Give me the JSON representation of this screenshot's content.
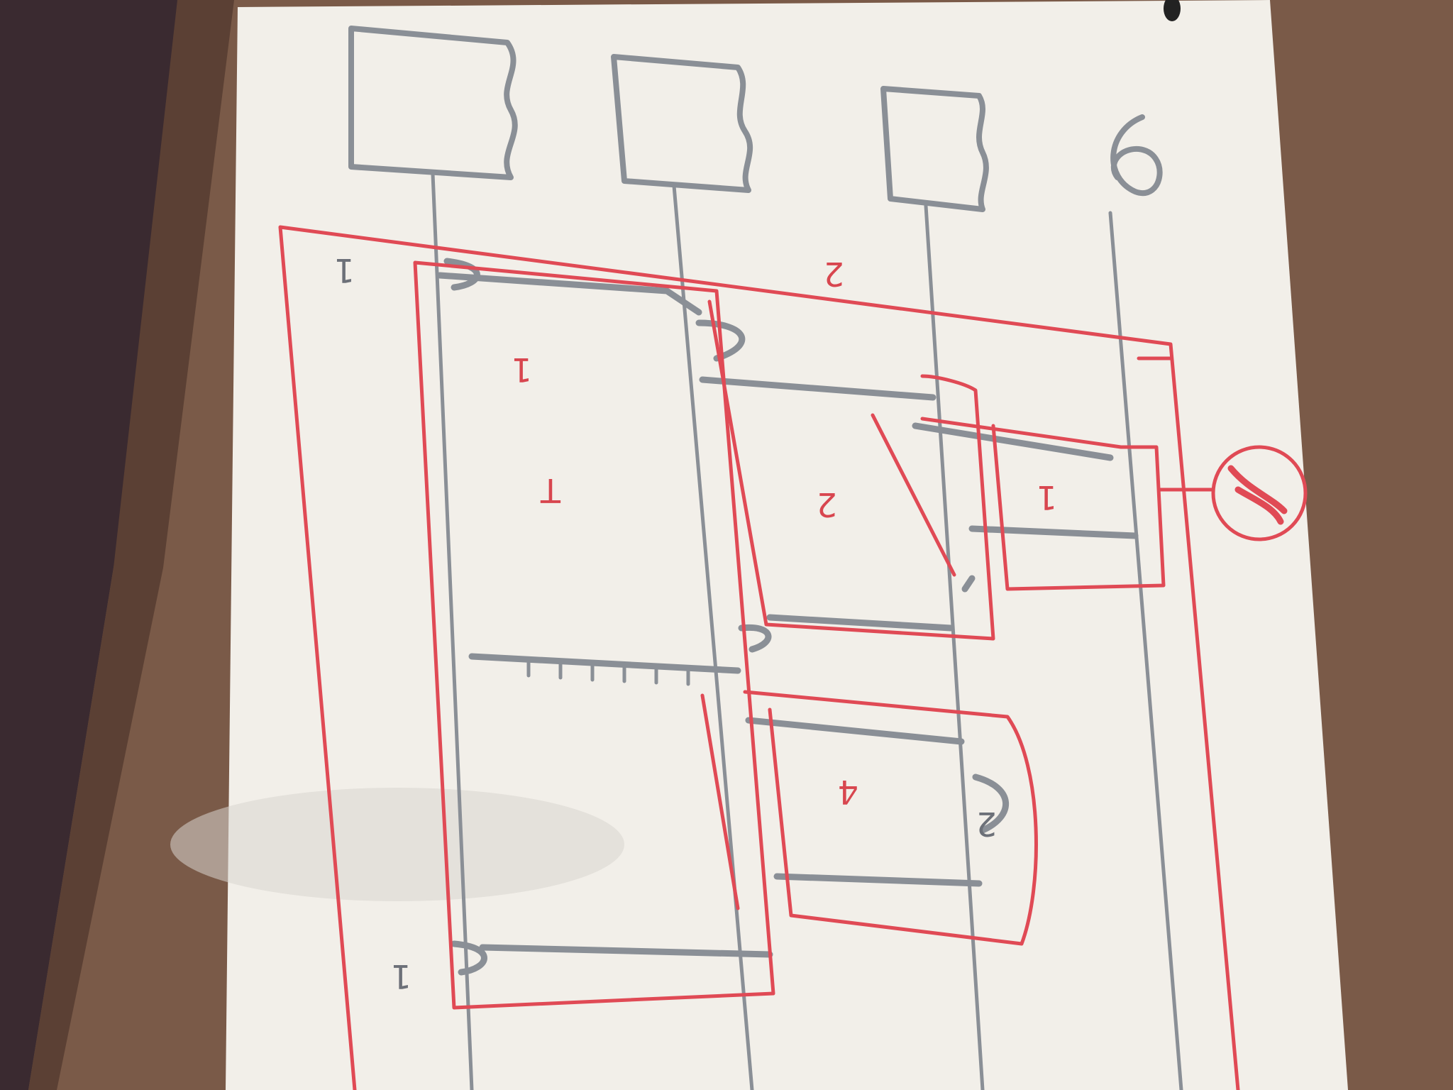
{
  "image": {
    "kind": "photo",
    "subject": "hand-drawn sequence diagram sketch on paper"
  },
  "colors": {
    "background_fabric": "#3a2a30",
    "wood_surface": "#7a5a48",
    "paper": "#f2efe9",
    "pencil": "#8a8f96",
    "red_pen": "#e04a55"
  },
  "labels": {
    "top_bracket": "1",
    "left_marker": "1",
    "pencil_mark": "2",
    "outer_frame": "T",
    "middle_box": "2",
    "inner_box": "1",
    "lower_box": "4",
    "lower_box_side": "2",
    "bottom_marker": "1"
  },
  "icons": {
    "circled_mark": "circled-note-icon",
    "lifeline_head": "lifeline-box-icon",
    "actor_head": "actor-icon"
  }
}
